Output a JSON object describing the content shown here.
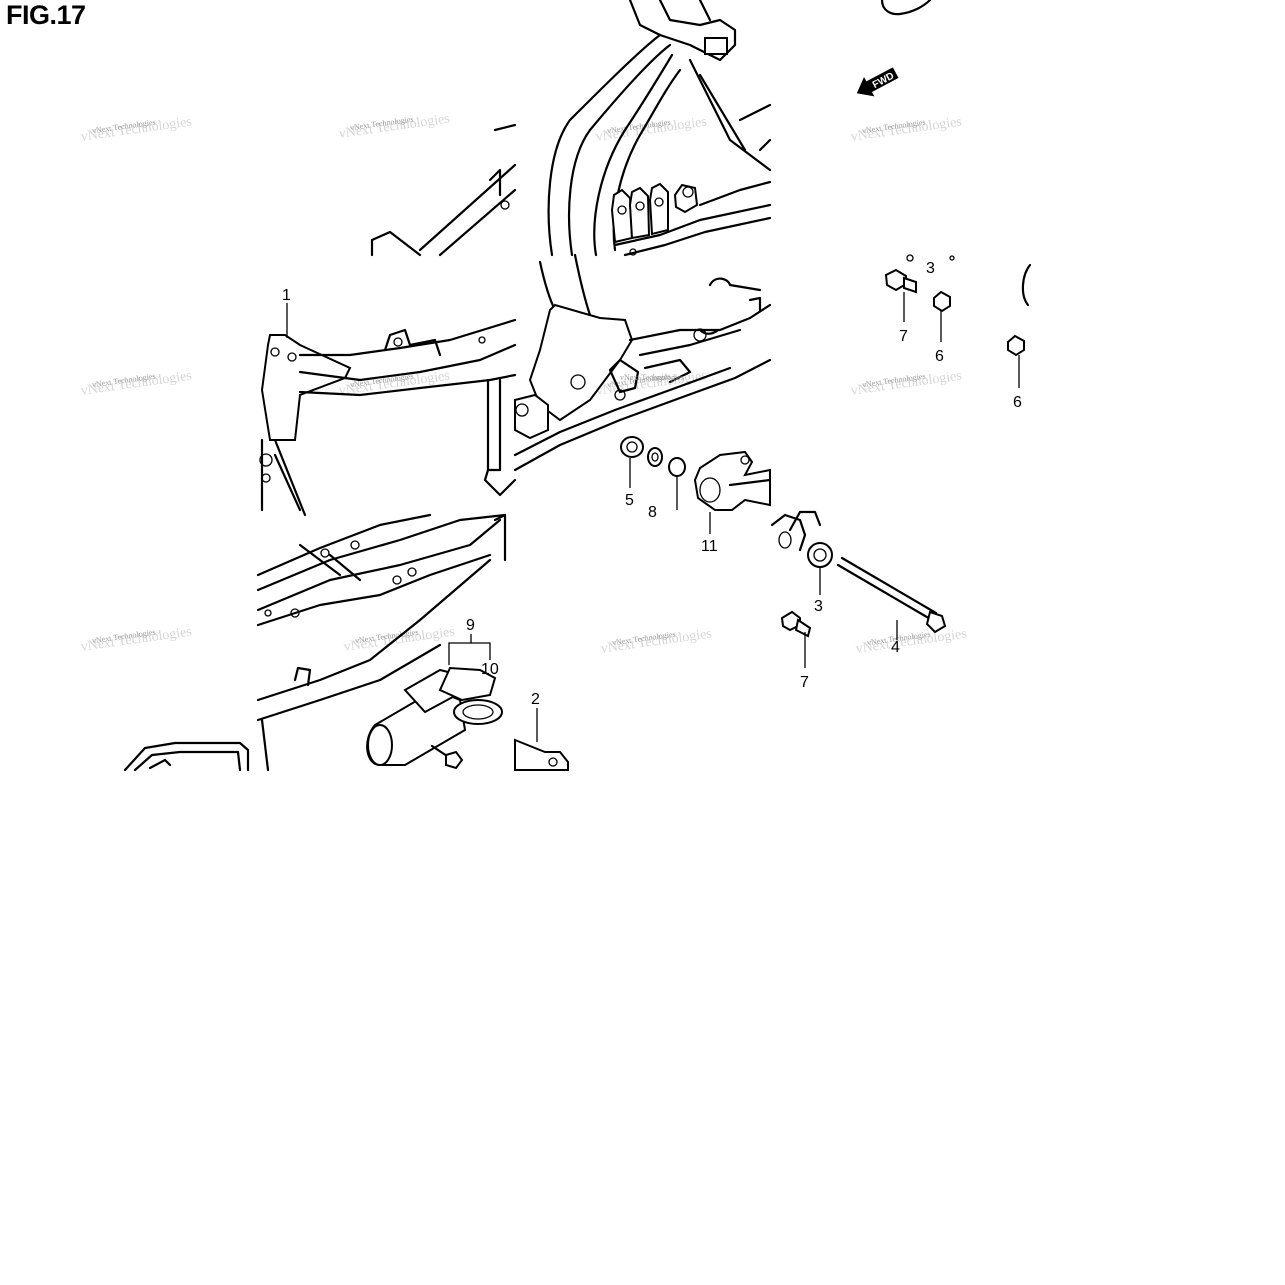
{
  "figure": {
    "title": "FIG.17"
  },
  "direction_label": "FWD",
  "watermark": "vNext Technologies",
  "callouts": [
    {
      "id": "c1",
      "text": "1"
    },
    {
      "id": "c2",
      "text": "2"
    },
    {
      "id": "c3a",
      "text": "3"
    },
    {
      "id": "c3b",
      "text": "3"
    },
    {
      "id": "c4",
      "text": "4"
    },
    {
      "id": "c5",
      "text": "5"
    },
    {
      "id": "c6a",
      "text": "6"
    },
    {
      "id": "c6b",
      "text": "6"
    },
    {
      "id": "c7a",
      "text": "7"
    },
    {
      "id": "c7b",
      "text": "7"
    },
    {
      "id": "c8",
      "text": "8"
    },
    {
      "id": "c9",
      "text": "9"
    },
    {
      "id": "c10",
      "text": "10"
    },
    {
      "id": "c11",
      "text": "11"
    }
  ]
}
